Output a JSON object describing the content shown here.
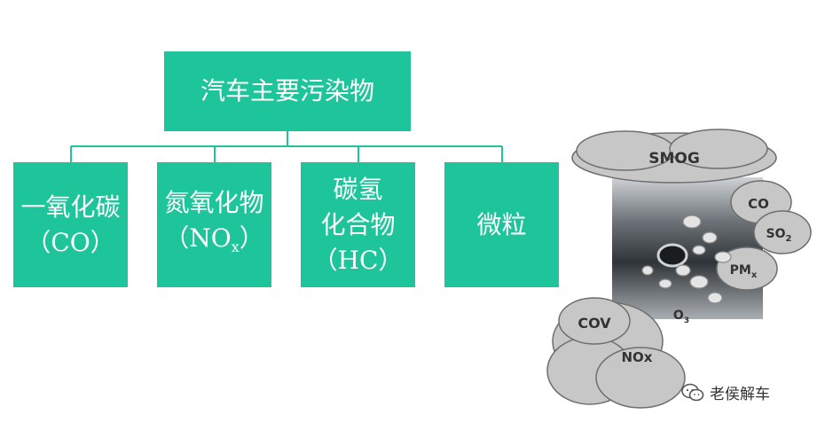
{
  "diagram": {
    "root": {
      "label": "汽车主要污染物"
    },
    "children": [
      {
        "lines": [
          "一氧化碳",
          "（CO）"
        ]
      },
      {
        "line1": "氮氧化物",
        "line2_prefix": "（NO",
        "line2_sub": "x",
        "line2_suffix": "）"
      },
      {
        "lines": [
          "碳氢",
          "化合物",
          "（HC）"
        ]
      },
      {
        "lines": [
          "微粒"
        ]
      }
    ],
    "colors": {
      "box_fill": "#1ec59a",
      "box_text": "#ffffff",
      "connector": "#1ec59a"
    }
  },
  "illustration": {
    "clouds": {
      "smog": "SMOG",
      "co": "CO",
      "so2": {
        "base": "SO",
        "sub": "2"
      },
      "pmx": {
        "base": "PM",
        "sub": "x"
      },
      "o3": {
        "base": "O",
        "sub": "3"
      },
      "cov": "COV",
      "nox": "NOx"
    }
  },
  "watermark": {
    "text": "老侯解车",
    "icon": "wechat-icon"
  }
}
